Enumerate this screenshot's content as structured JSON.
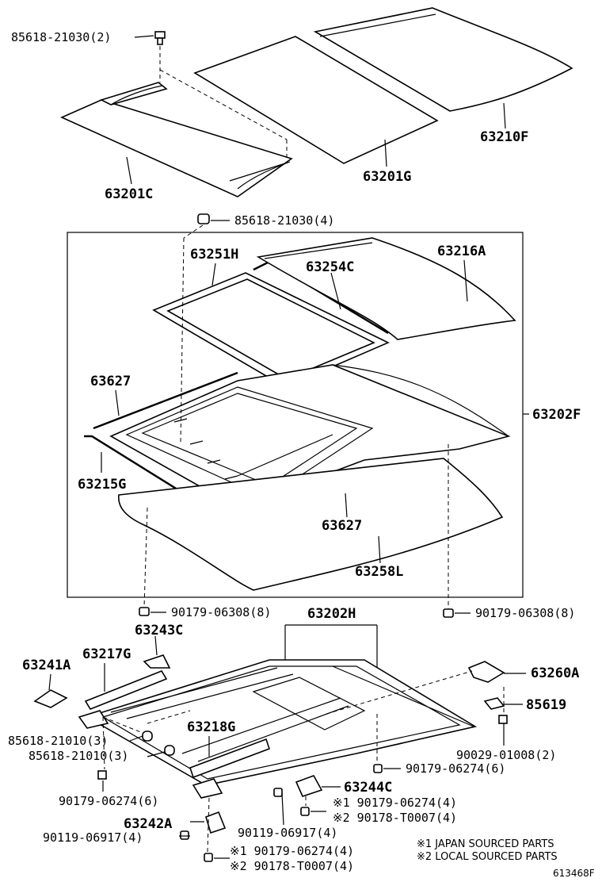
{
  "labels": {
    "p85618_21030_2": "85618-21030(2)",
    "p63201C": "63201C",
    "p63201G": "63201G",
    "p63210F": "63210F",
    "p85618_21030_4": "85618-21030(4)",
    "p63251H": "63251H",
    "p63254C": "63254C",
    "p63216A": "63216A",
    "p63627a": "63627",
    "p63202F": "63202F",
    "p63215G": "63215G",
    "p63627b": "63627",
    "p63258L": "63258L",
    "p90179_06308_left": "90179-06308(8)",
    "p90179_06308_right": "90179-06308(8)",
    "p63202H": "63202H",
    "p63243C": "63243C",
    "p63241A": "63241A",
    "p63217G": "63217G",
    "p63260A": "63260A",
    "p85619": "85619",
    "p85618_21010_a": "85618-21010(3)",
    "p85618_21010_b": "85618-21010(3)",
    "p63218G": "63218G",
    "p90029_01008": "90029-01008(2)",
    "p90179_06274_6r": "90179-06274(6)",
    "p90179_06274_6l": "90179-06274(6)",
    "p63244C": "63244C",
    "p90179_06274_4a": "※1 90179-06274(4)",
    "p90178_T0007_4a": "※2 90178-T0007(4)",
    "p63242A": "63242A",
    "p90119_06917_a": "90119-06917(4)",
    "p90119_06917_b": "90119-06917(4)",
    "p90179_06274_4b": "※1 90179-06274(4)",
    "p90178_T0007_4b": "※2 90178-T0007(4)"
  },
  "notes": {
    "note1": "※1 JAPAN SOURCED PARTS",
    "note2": "※2 LOCAL SOURCED PARTS"
  },
  "figure_id": "613468F"
}
